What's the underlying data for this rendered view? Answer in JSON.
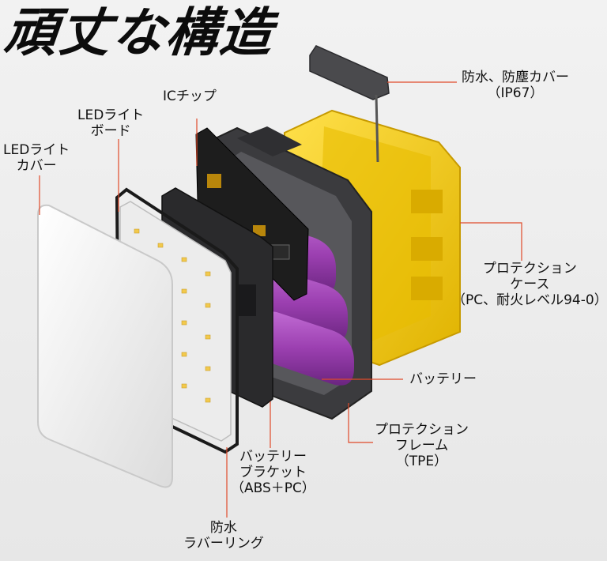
{
  "title": "頑丈な構造",
  "labels": {
    "dust_cover": [
      "防水、防塵カバー",
      "（IP67）"
    ],
    "ic_chip": [
      "ICチップ"
    ],
    "led_board": [
      "LEDライト",
      "ボード"
    ],
    "led_cover": [
      "LEDライト",
      "カバー"
    ],
    "protection_case": [
      "プロテクション",
      "ケース",
      "（PC、耐火レベル94-0）"
    ],
    "battery": [
      "バッテリー"
    ],
    "protection_frame": [
      "プロテクション",
      "フレーム",
      "（TPE）"
    ],
    "battery_bracket": [
      "バッテリー",
      "ブラケット",
      "（ABS＋PC）"
    ],
    "rubber_ring": [
      "防水",
      "ラバーリング"
    ]
  },
  "colors": {
    "leader_line": "#e04a2a",
    "case_yellow": "#f4cc12",
    "frame_dark": "#3b3b3e",
    "battery_purple": "#9b3fb0",
    "pcb_black": "#1d1d1d"
  }
}
